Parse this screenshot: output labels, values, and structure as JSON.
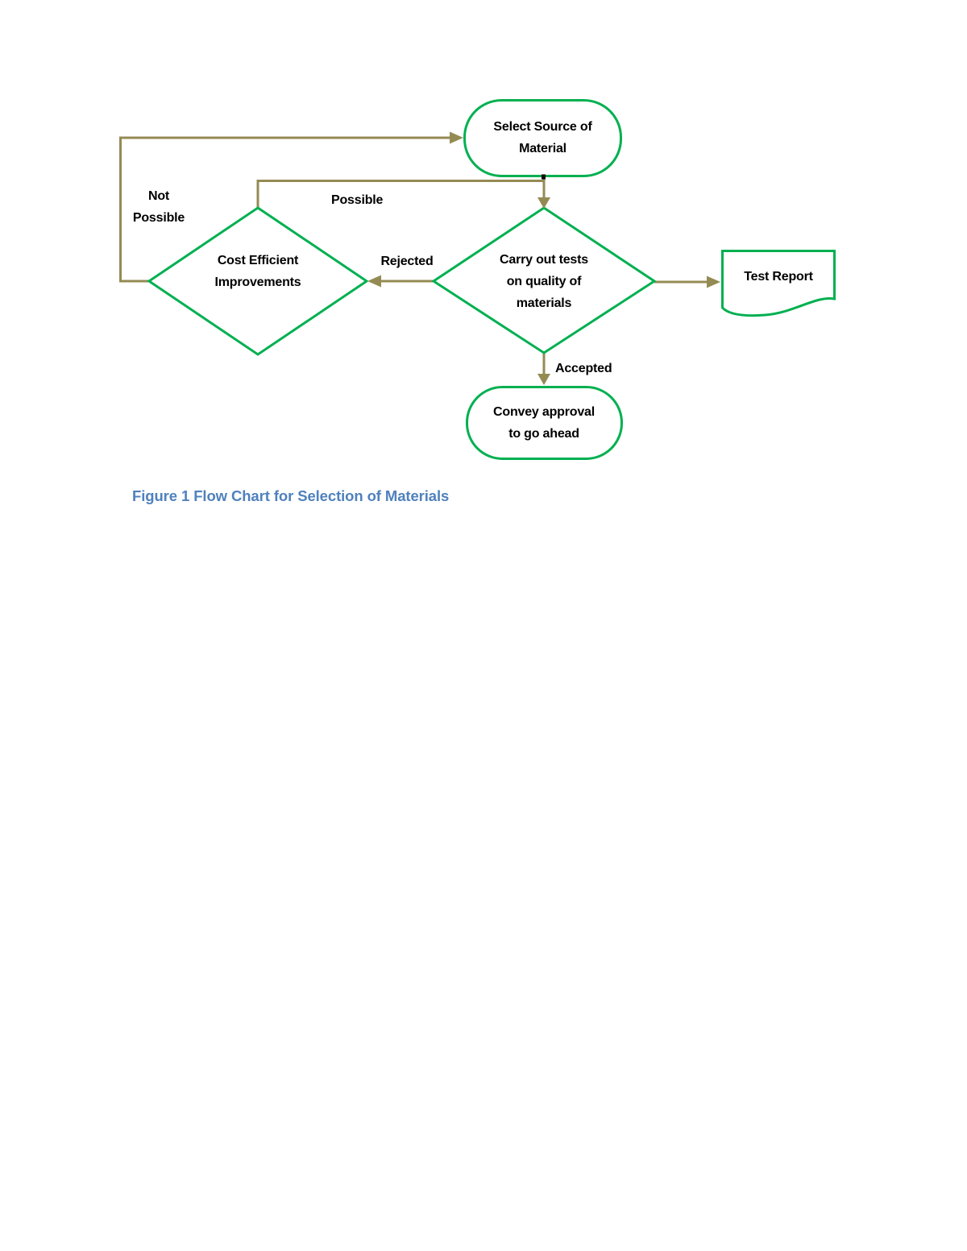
{
  "figure": {
    "caption": "Figure 1 Flow Chart for Selection of Materials"
  },
  "colors": {
    "shape_stroke_green": "#00b050",
    "connector_olive": "#948b54",
    "caption_blue": "#4f81bd",
    "node_text": "#000000"
  },
  "nodes": {
    "select_source": {
      "type": "terminator",
      "line1": "Select Source of",
      "line2": "Material"
    },
    "cost_efficient": {
      "type": "decision",
      "line1": "Cost Efficient",
      "line2": "Improvements"
    },
    "carry_tests": {
      "type": "decision",
      "line1": "Carry out tests",
      "line2": "on quality of",
      "line3": "materials"
    },
    "test_report": {
      "type": "document",
      "label": "Test Report"
    },
    "convey_approval": {
      "type": "terminator",
      "line1": "Convey approval",
      "line2": "to go ahead"
    }
  },
  "edge_labels": {
    "not_possible": {
      "line1": "Not",
      "line2": "Possible"
    },
    "possible": "Possible",
    "rejected": "Rejected",
    "accepted": "Accepted"
  }
}
